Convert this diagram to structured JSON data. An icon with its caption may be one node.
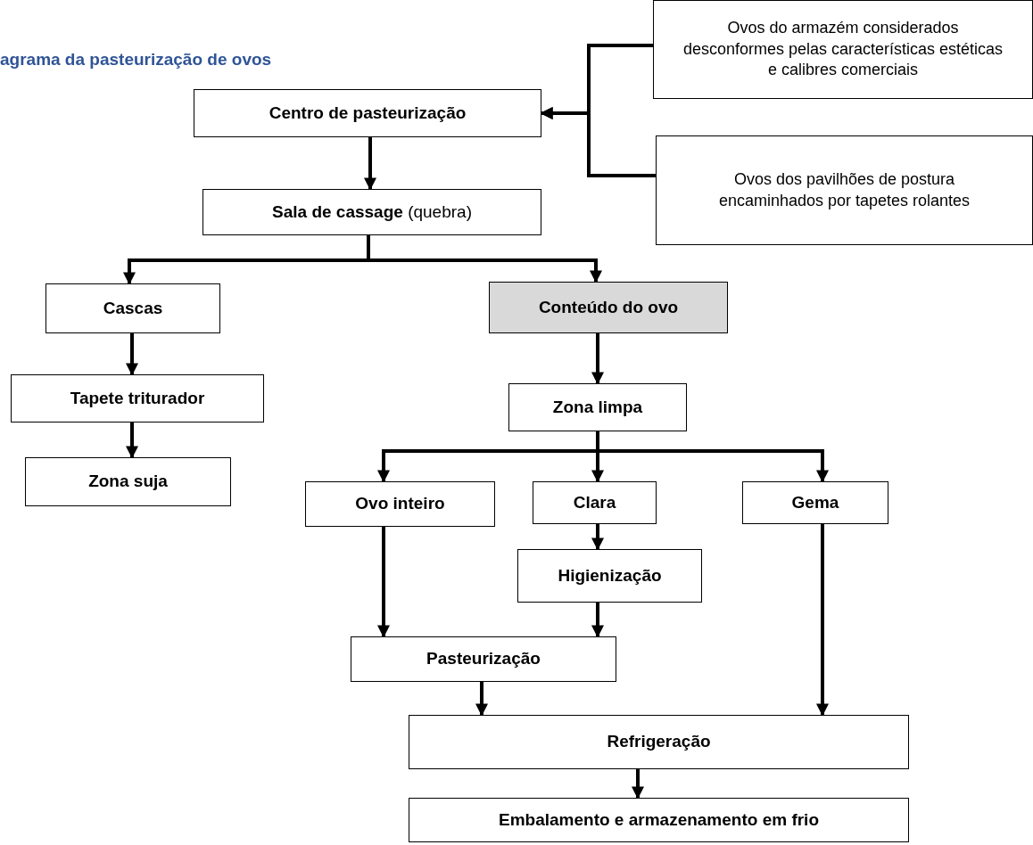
{
  "diagram": {
    "title": "agrama da pasteurização de ovos",
    "nodes": [
      {
        "text": [
          "Centro de pasteurização"
        ]
      },
      {
        "text": [
          "Ovos do armazém considerados desconformes pelas características estéticas e calibres comerciais"
        ]
      },
      {
        "text": [
          "Ovos dos pavilhões de postura encaminhados por tapetes rolantes"
        ]
      },
      {
        "text": [
          "**Sala de cassage** (quebra)"
        ]
      },
      {
        "text": [
          "Cascas"
        ]
      },
      {
        "text": [
          "Conteúdo do ovo"
        ]
      },
      {
        "text": [
          "Tapete triturador"
        ]
      },
      {
        "text": [
          "Zona limpa"
        ]
      },
      {
        "text": [
          "Zona suja"
        ]
      },
      {
        "text": [
          "Ovo inteiro"
        ]
      },
      {
        "text": [
          "Clara"
        ]
      },
      {
        "text": [
          "Gema"
        ]
      },
      {
        "text": [
          "Higienização"
        ]
      },
      {
        "text": [
          "Pasteurização"
        ]
      },
      {
        "text": [
          "Refrigeração"
        ]
      },
      {
        "text": [
          "Embalamento e armazenamento em frio"
        ]
      }
    ],
    "edges": [
      {
        "from": 1,
        "to": 0,
        "arrow": "to"
      },
      {
        "from": 2,
        "to": 0,
        "arrow": "to"
      },
      {
        "from": 0,
        "to": 3,
        "arrow": "to"
      },
      {
        "from": 3,
        "to": 4,
        "arrow": "to"
      },
      {
        "from": 3,
        "to": 5,
        "arrow": "to"
      },
      {
        "from": 4,
        "to": 6,
        "arrow": "to"
      },
      {
        "from": 6,
        "to": 8,
        "arrow": "to"
      },
      {
        "from": 5,
        "to": 7,
        "arrow": "to"
      },
      {
        "from": 7,
        "to": 9,
        "arrow": "to"
      },
      {
        "from": 7,
        "to": 10,
        "arrow": "to"
      },
      {
        "from": 7,
        "to": 11,
        "arrow": "to"
      },
      {
        "from": 10,
        "to": 12,
        "arrow": "to"
      },
      {
        "from": 9,
        "to": 13,
        "arrow": "to"
      },
      {
        "from": 12,
        "to": 13,
        "arrow": "to"
      },
      {
        "from": 13,
        "to": 14,
        "arrow": "to"
      },
      {
        "from": 11,
        "to": 14,
        "arrow": "to"
      },
      {
        "from": 14,
        "to": 15,
        "arrow": "to"
      }
    ]
  }
}
